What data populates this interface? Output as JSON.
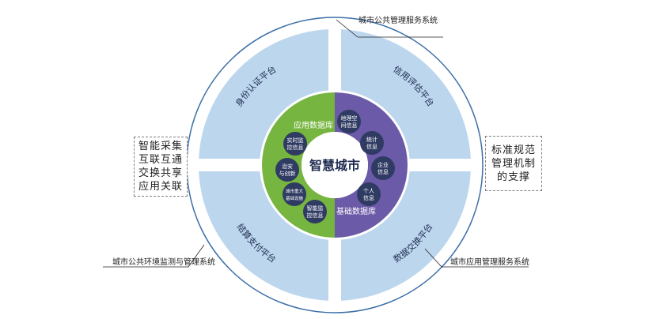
{
  "center": {
    "title": "智慧城市"
  },
  "inner_ring": {
    "left_label": "应用数据库",
    "right_label": "基础数据库",
    "left_items": [
      [
        "实时监",
        "控信息"
      ],
      [
        "治安",
        "与创新"
      ],
      [
        "城市重大",
        "基础设施"
      ],
      [
        "智能监",
        "控信息"
      ]
    ],
    "right_items": [
      [
        "地理空",
        "间信息"
      ],
      [
        "统计",
        "信息"
      ],
      [
        "企业",
        "信息"
      ],
      [
        "个人",
        "信息"
      ]
    ]
  },
  "quadrants": {
    "top_left": "身份认证平台",
    "top_right": "信用评估平台",
    "bottom_right": "数据交换平台",
    "bottom_left": "结算支付平台"
  },
  "callouts": {
    "top": "城市公共管理服务系统",
    "bottom_left": "城市公共环境监测与管理系统",
    "bottom_right": "城市应用管理服务系统"
  },
  "left_box": {
    "lines": [
      "智能采集",
      "互联互通",
      "交换共享",
      "应用关联"
    ]
  },
  "right_box": {
    "lines": [
      "标准规范",
      "管理机制",
      "的支撑"
    ]
  },
  "colors": {
    "outer_ring": "#ffffff",
    "outer_border": "#3d6fa8",
    "quadrant_fill": "#bcd6ee",
    "inner_green": "#76b53f",
    "inner_purple": "#6b5aa7",
    "icon_circle": "#2f3b63",
    "center": "#ffffff"
  }
}
